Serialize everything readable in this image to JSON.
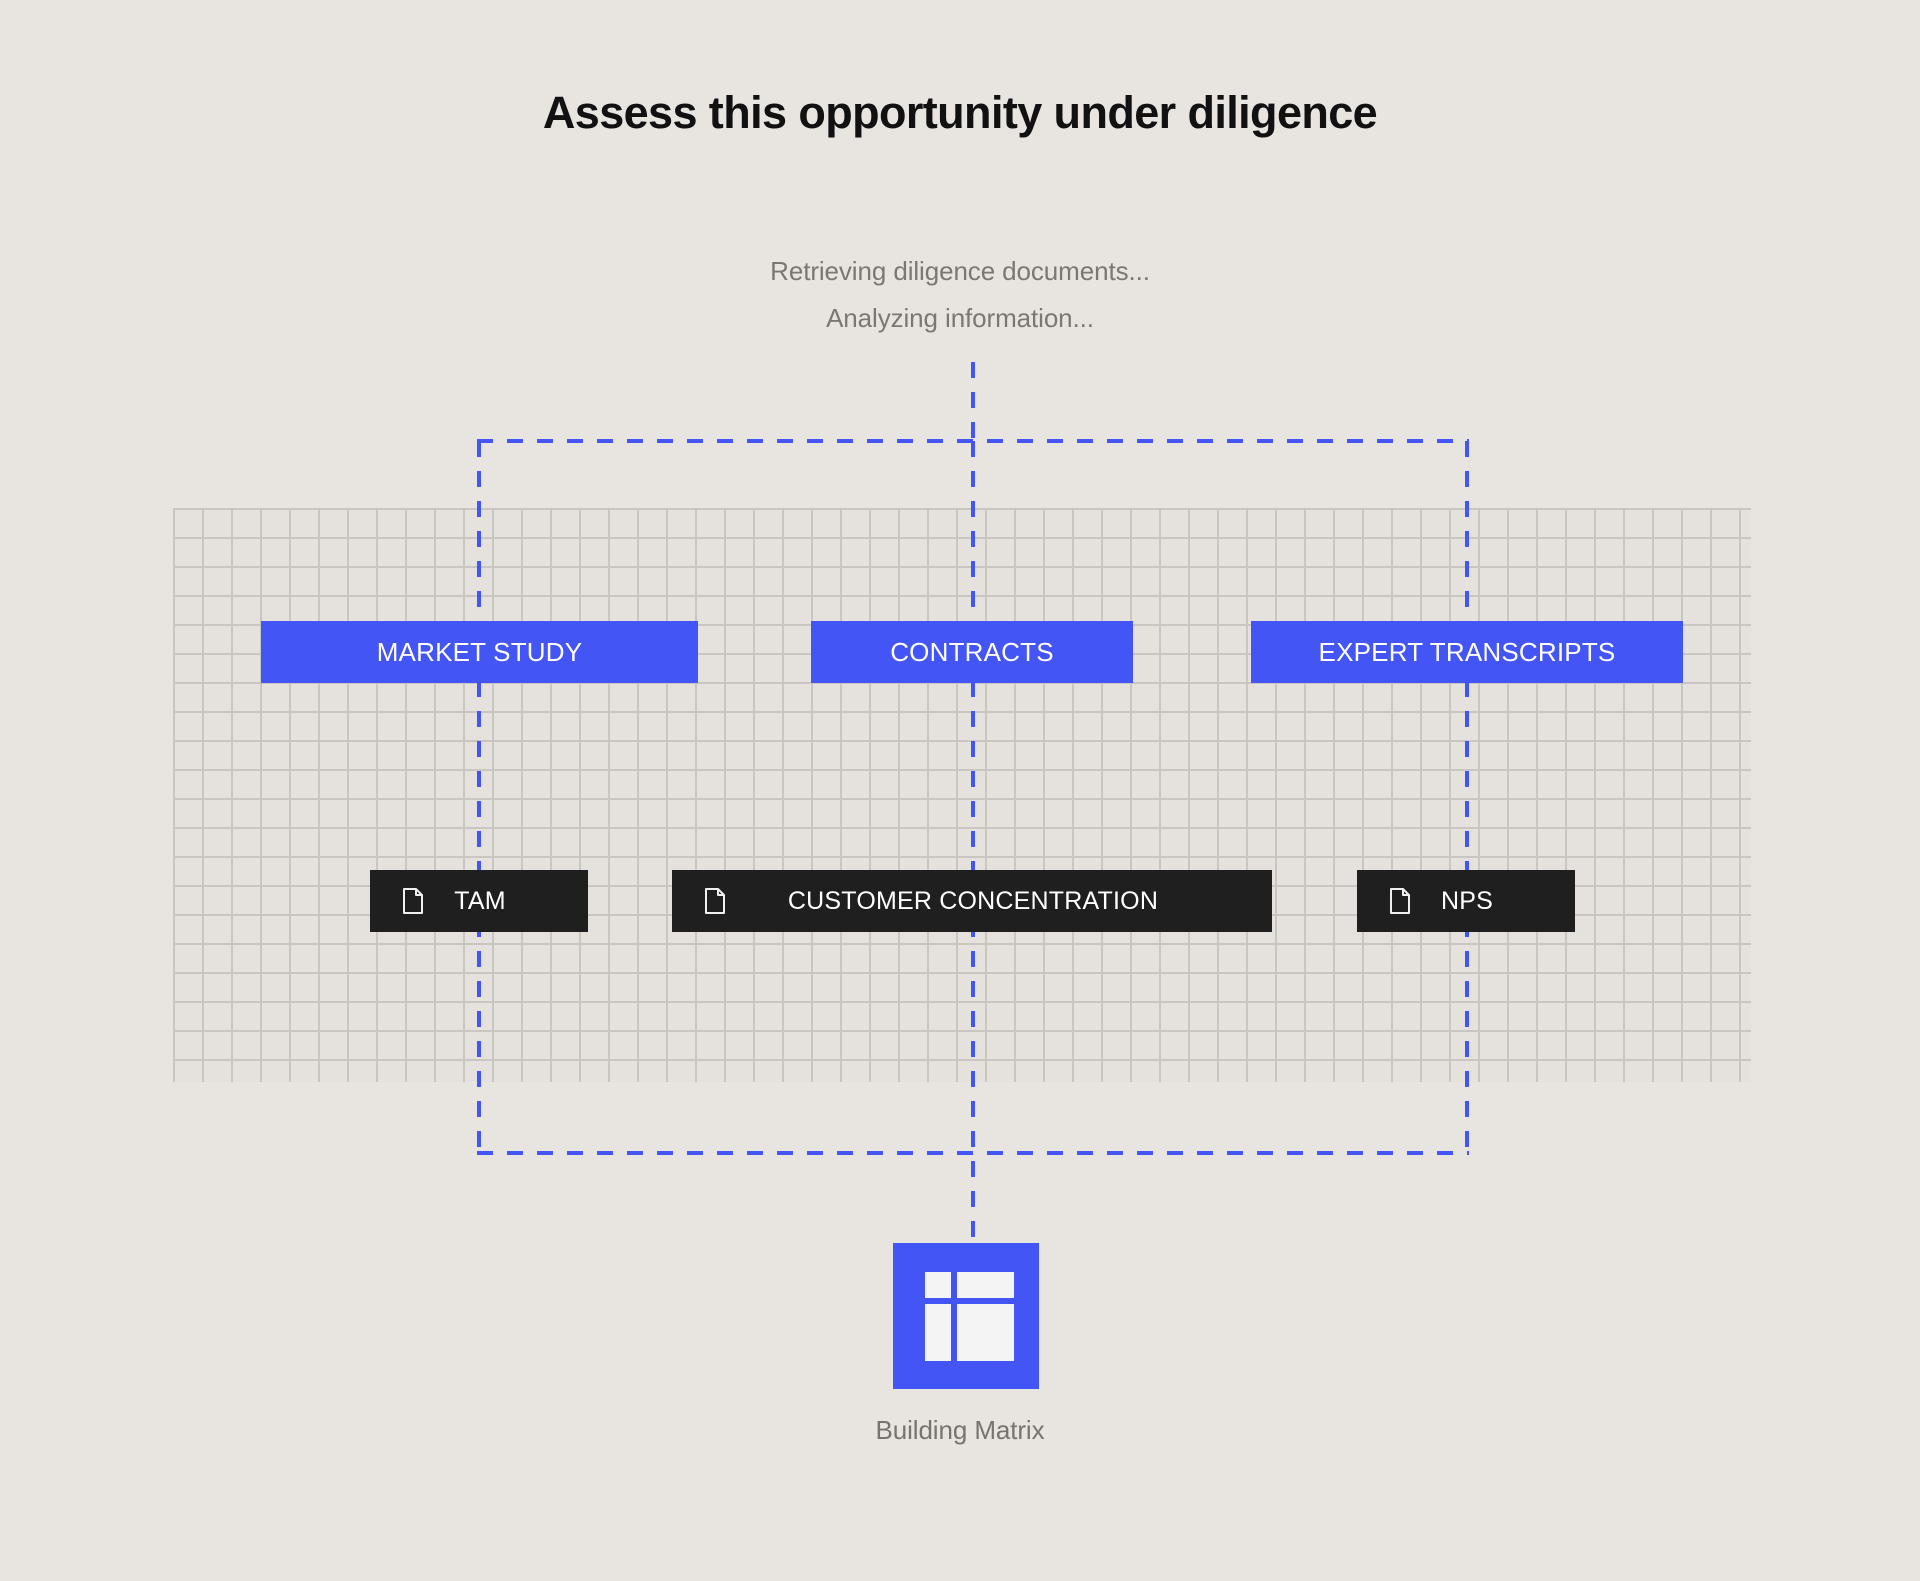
{
  "page": {
    "title": "Assess this opportunity under diligence",
    "background_color": "#e8e4e0"
  },
  "status": {
    "lines": [
      "Retrieving diligence documents...",
      "Analyzing information..."
    ]
  },
  "colors": {
    "accent_blue": "#4355f5",
    "chip_black": "#1f1f1f",
    "grid_line": "#c9c5c0",
    "muted_text": "#7b7773",
    "title_text": "#111111"
  },
  "categories": [
    {
      "label": "MARKET STUDY",
      "name": "market-study"
    },
    {
      "label": "CONTRACTS",
      "name": "contracts"
    },
    {
      "label": "EXPERT TRANSCRIPTS",
      "name": "expert-transcripts"
    }
  ],
  "documents": [
    {
      "label": "TAM",
      "icon": "document-icon",
      "name": "tam"
    },
    {
      "label": "CUSTOMER CONCENTRATION",
      "icon": "document-icon",
      "name": "customer-concentration"
    },
    {
      "label": "NPS",
      "icon": "document-icon",
      "name": "nps"
    }
  ],
  "output": {
    "icon": "matrix-icon",
    "caption": "Building Matrix"
  }
}
